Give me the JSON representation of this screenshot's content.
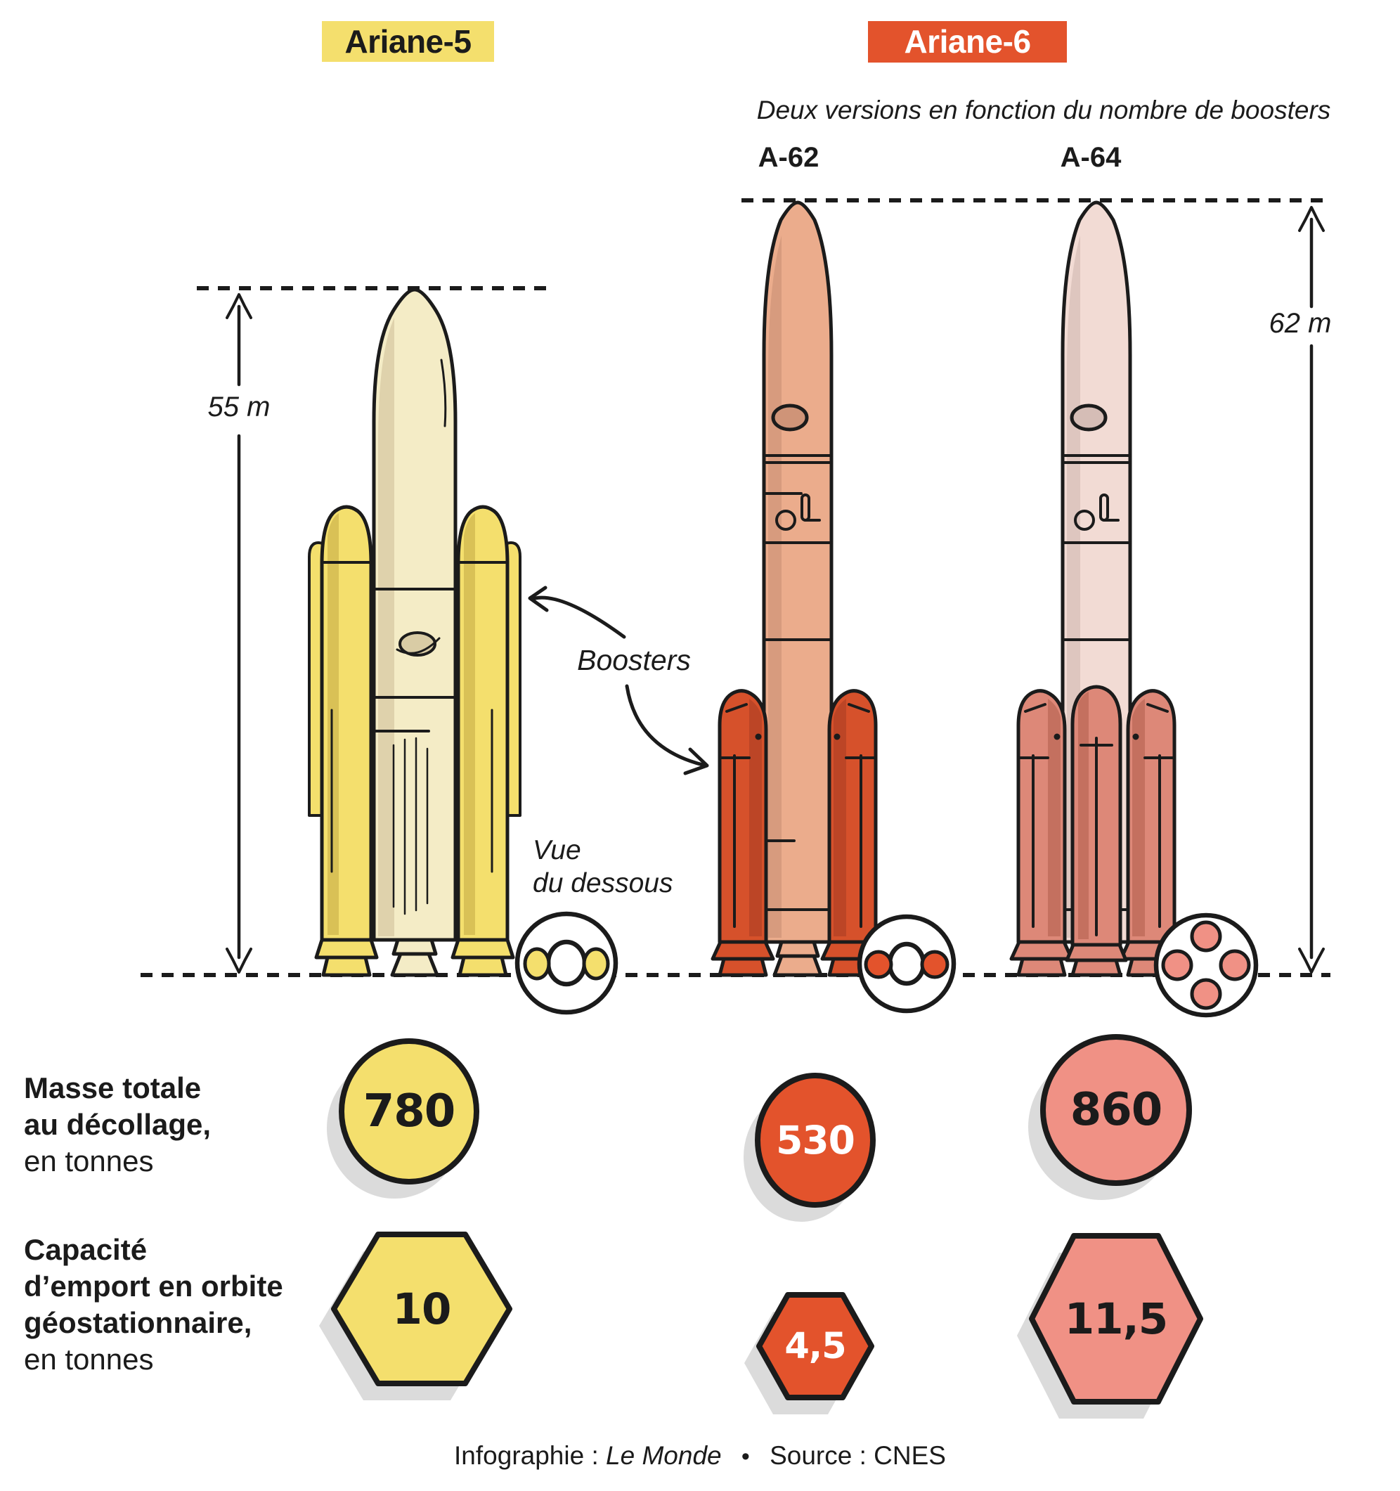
{
  "header": {
    "ariane5_label": "Ariane-5",
    "ariane6_label": "Ariane-6",
    "subtitle": "Deux versions en fonction du nombre de boosters",
    "variant_left": "A-62",
    "variant_right": "A-64"
  },
  "annotations": {
    "height_ariane5": "55 m",
    "height_ariane6": "62 m",
    "boosters_label": "Boosters",
    "bottom_view_line1": "Vue",
    "bottom_view_line2": "du dessous"
  },
  "rows": {
    "masse": {
      "label_line1": "Masse totale",
      "label_line2": "au décollage,",
      "unit": "en tonnes",
      "values": {
        "ariane5": "780",
        "a62": "530",
        "a64": "860"
      }
    },
    "capacite": {
      "label_line1": "Capacité",
      "label_line2": "d’emport en orbite",
      "label_line3": "géostationnaire,",
      "unit": "en tonnes",
      "values": {
        "ariane5": "10",
        "a62": "4,5",
        "a64": "11,5"
      }
    }
  },
  "footer": {
    "credit_prefix": "Infographie :",
    "credit_name": "Le Monde",
    "separator": "•",
    "source": "Source : CNES"
  },
  "chart_data": {
    "type": "table",
    "title": "Ariane-5 vs Ariane-6",
    "note": "Deux versions en fonction du nombre de boosters",
    "rows": [
      {
        "name": "Ariane-5",
        "height_m": 55,
        "boosters": 2,
        "masse_totale_au_decollage_t": 780,
        "capacite_emport_orbite_geostationnaire_t": 10
      },
      {
        "name": "Ariane-6 A-62",
        "height_m": 62,
        "boosters": 2,
        "masse_totale_au_decollage_t": 530,
        "capacite_emport_orbite_geostationnaire_t": 4.5
      },
      {
        "name": "Ariane-6 A-64",
        "height_m": 62,
        "boosters": 4,
        "masse_totale_au_decollage_t": 860,
        "capacite_emport_orbite_geostationnaire_t": 11.5
      }
    ]
  },
  "colors": {
    "ink": "#1b1b1b",
    "accent_yellow": "#F4DF6D",
    "yellow_shade": "#D9C156",
    "cream": "#F4ECC6",
    "cream_shade": "#D9CCA5",
    "accent_orange": "#E3532C",
    "a62_booster": "#D6512B",
    "booster_red_dark": "#BC4526",
    "a62_core": "#EBAC8C",
    "a62_core_shade": "#CF9478",
    "a64_core": "#F2DBD4",
    "a64_core_shade": "#D5BDB6",
    "a64_booster": "#DD8878",
    "a64_booster_shade": "#C4705F",
    "bubble_salmon": "#F09185",
    "shadow_gray": "#DBDBDB"
  }
}
